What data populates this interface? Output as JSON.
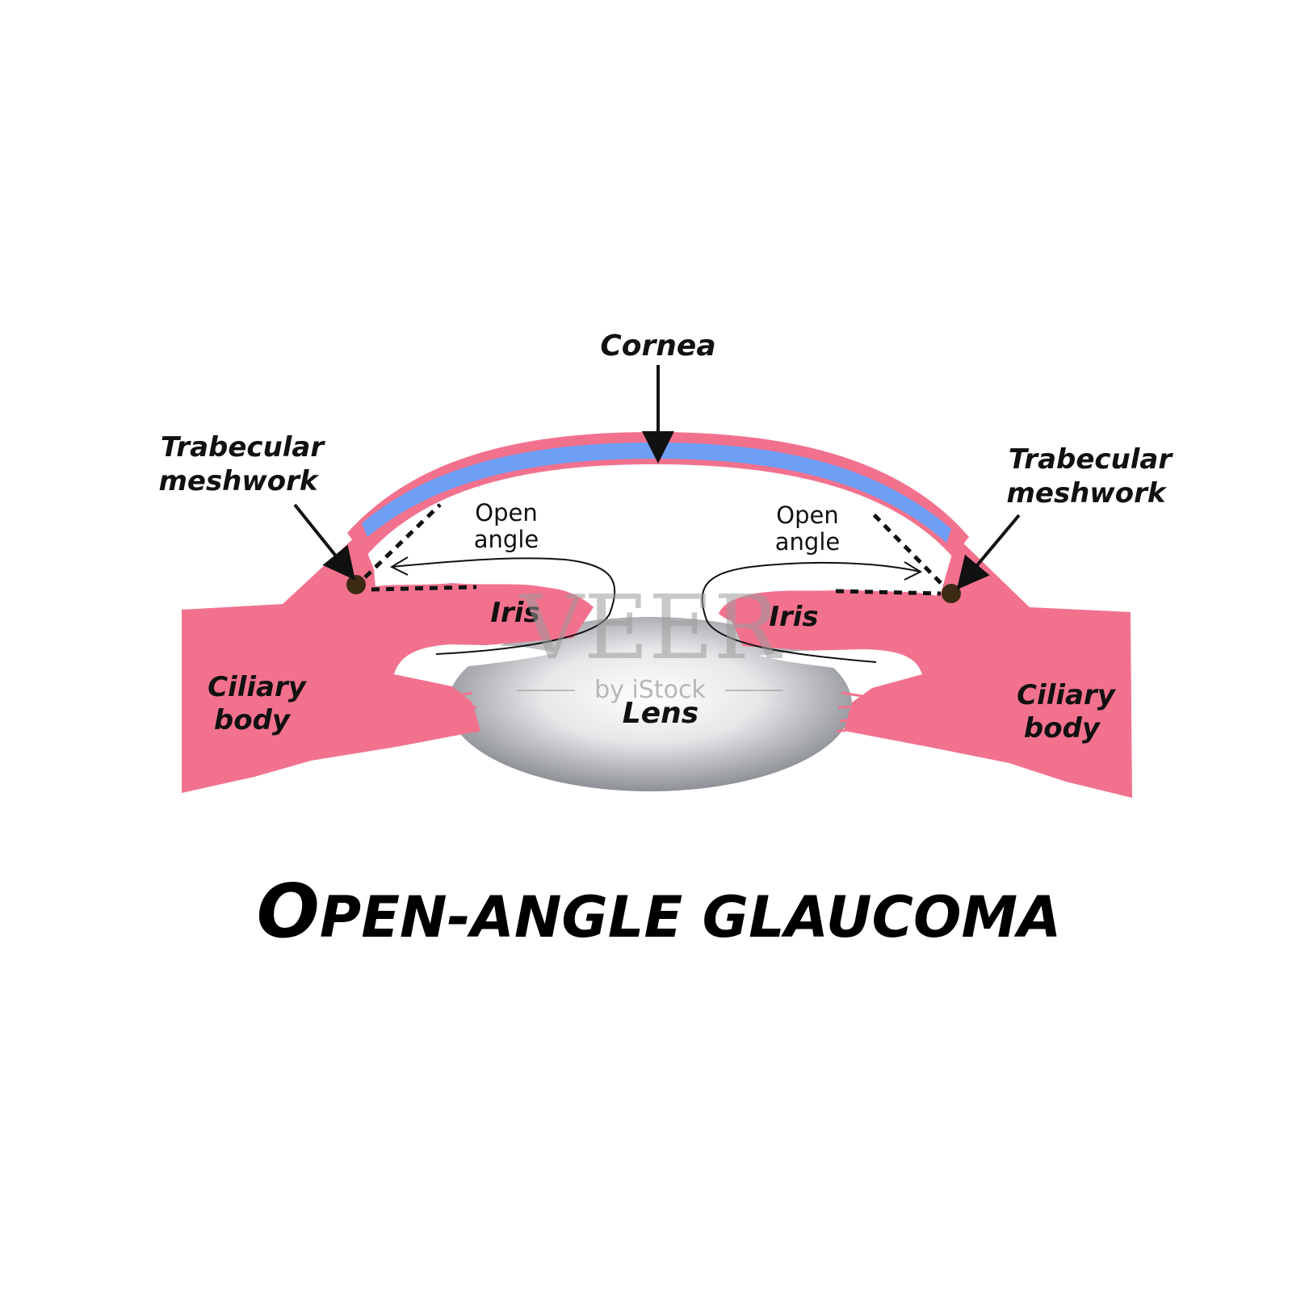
{
  "labels": {
    "cornea": "Cornea",
    "trabecular_left_line1": "Trabecular",
    "trabecular_left_line2": "meshwork",
    "trabecular_right_line1": "Trabecular",
    "trabecular_right_line2": "meshwork",
    "open_angle_left_line1": "Open",
    "open_angle_left_line2": "angle",
    "open_angle_right_line1": "Open",
    "open_angle_right_line2": "angle",
    "iris_left": "Iris",
    "iris_right": "Iris",
    "ciliary_left_line1": "Ciliary",
    "ciliary_left_line2": "body",
    "ciliary_right_line1": "Ciliary",
    "ciliary_right_line2": "body",
    "lens": "Lens"
  },
  "title": {
    "initial": "O",
    "rest": "PEN-ANGLE GLAUCOMA"
  },
  "watermark": {
    "main": "VEER",
    "sub": "by iStock"
  },
  "colors": {
    "tissue_pink": "#f2728e",
    "cornea_blue": "#6f9ef5",
    "meshwork_brown": "#3d2a14",
    "lens_gray": "#8a8d92"
  }
}
